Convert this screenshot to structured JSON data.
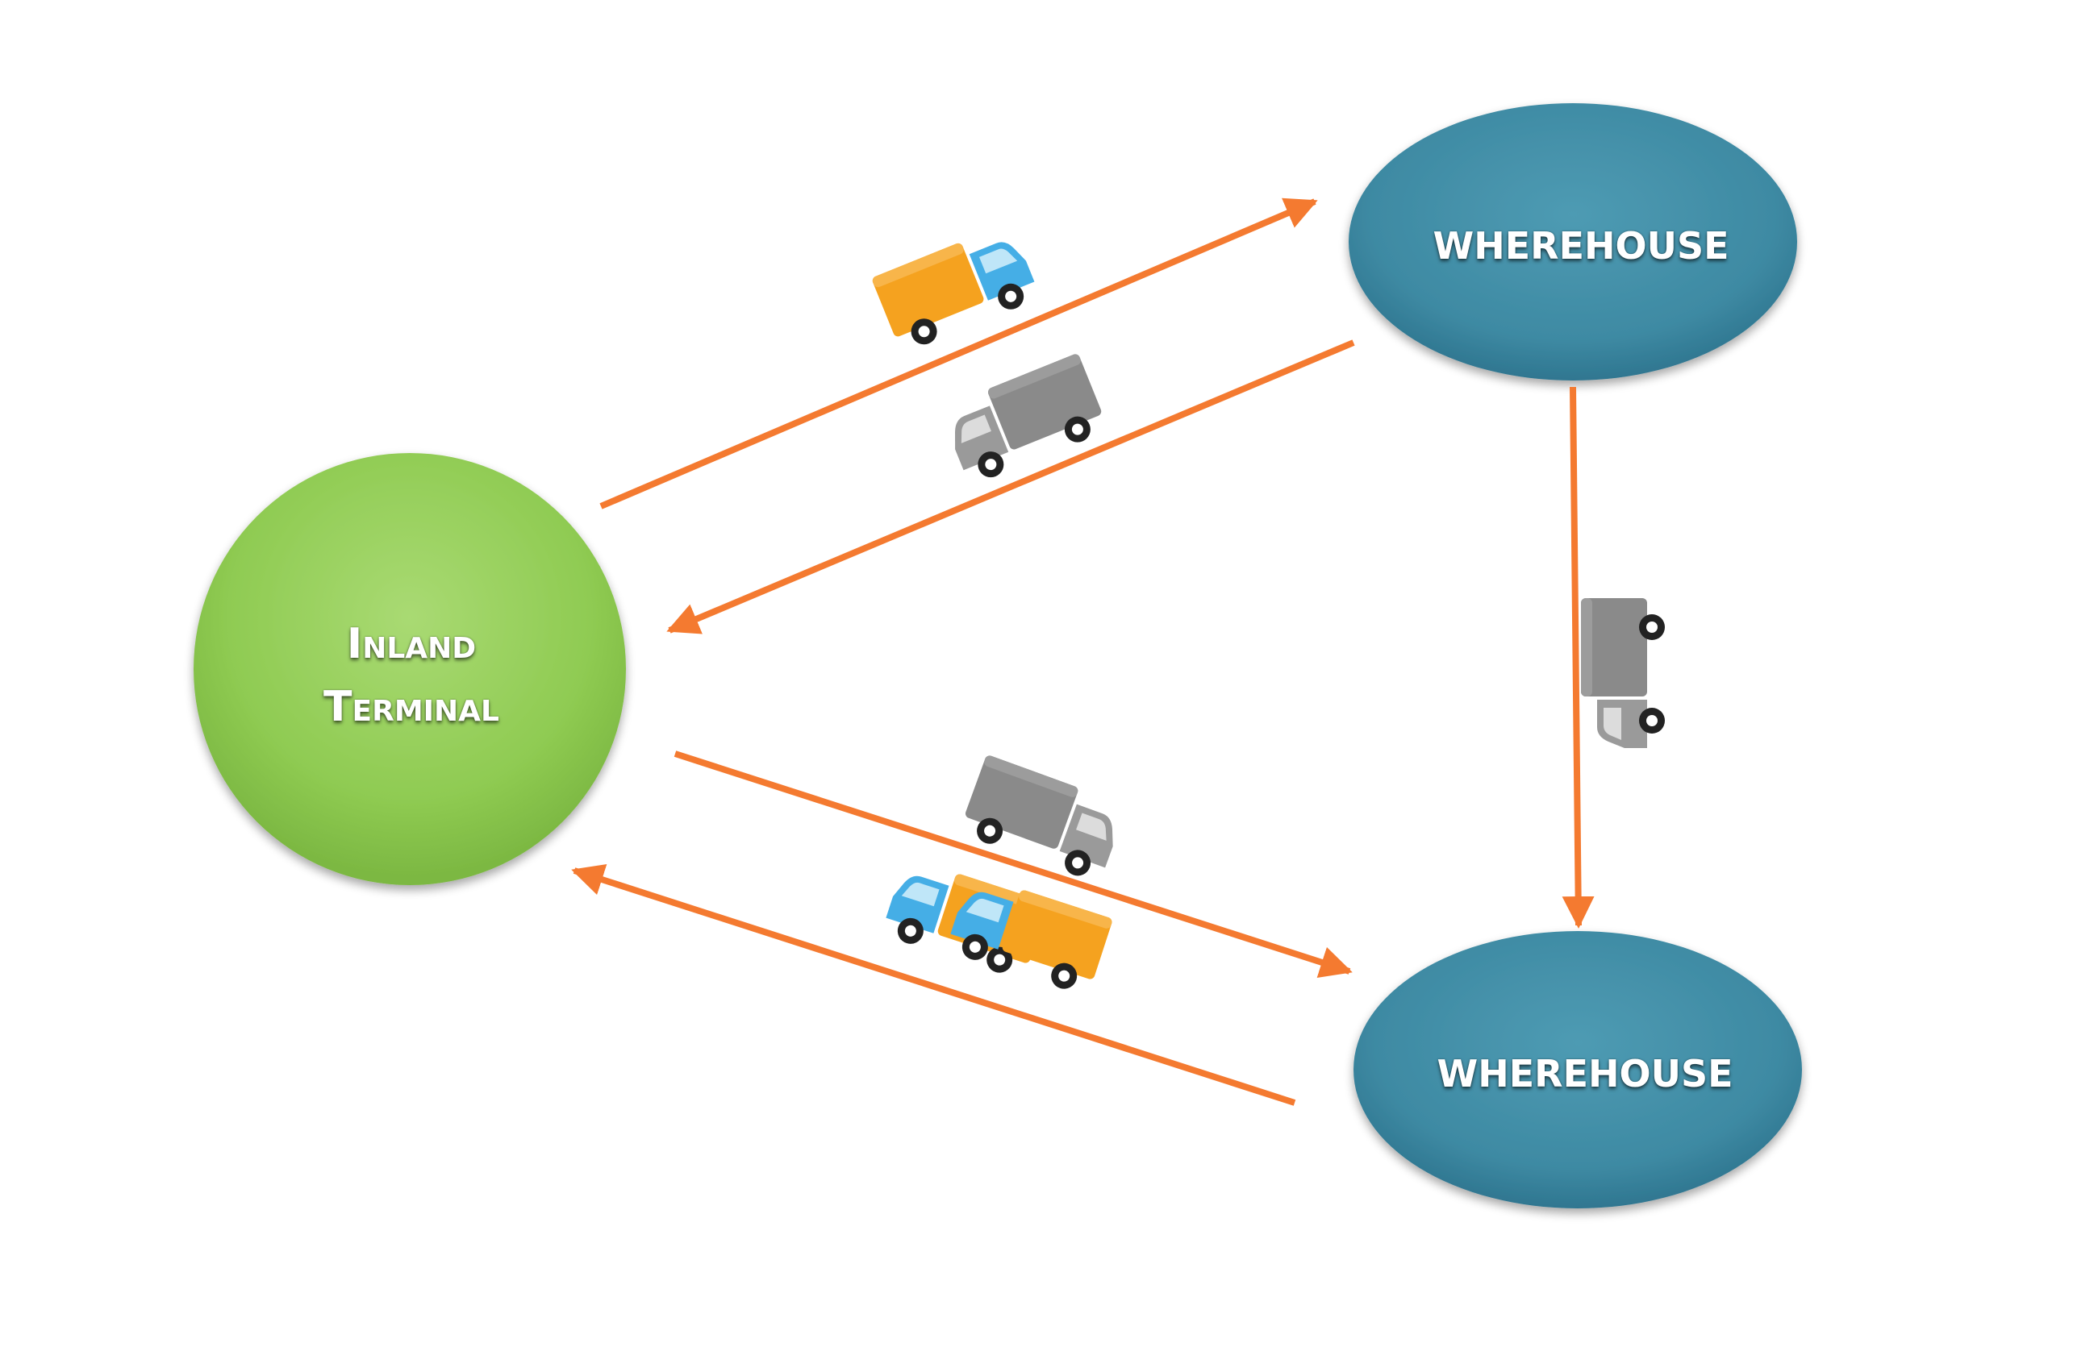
{
  "nodes": {
    "inland_terminal": {
      "line1": "Inland",
      "line2": "Terminal",
      "color": "#8fcb52"
    },
    "warehouse_top": {
      "label": "WHEREHOUSE",
      "color": "#3e8aa3"
    },
    "warehouse_bottom": {
      "label": "WHEREHOUSE",
      "color": "#3e8aa3"
    }
  },
  "colors": {
    "arrow": "#f47a30",
    "truck_cargo_orange": "#f5a21f",
    "truck_cab_blue": "#45aee6",
    "truck_gray": "#8a8a8a"
  },
  "connections": [
    {
      "from": "Inland Terminal",
      "to": "WHEREHOUSE (top)",
      "truck": "orange-blue"
    },
    {
      "from": "WHEREHOUSE (top)",
      "to": "Inland Terminal",
      "truck": "gray"
    },
    {
      "from": "WHEREHOUSE (top)",
      "to": "WHEREHOUSE (bottom)",
      "truck": "gray"
    },
    {
      "from": "Inland Terminal",
      "to": "WHEREHOUSE (bottom)",
      "truck": "gray"
    },
    {
      "from": "WHEREHOUSE (bottom)",
      "to": "Inland Terminal",
      "truck": "orange-blue x2"
    }
  ]
}
